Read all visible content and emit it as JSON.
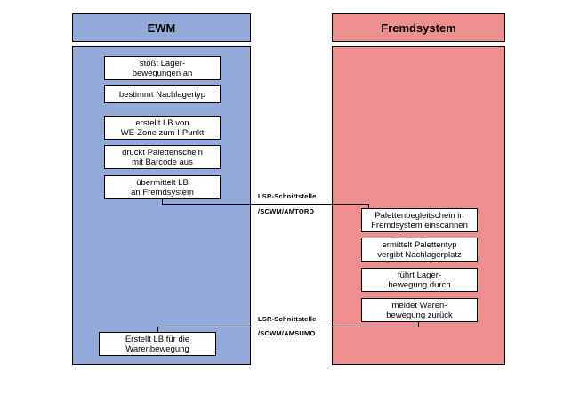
{
  "headers": {
    "left": "EWM",
    "right": "Fremdsystem"
  },
  "left_steps": [
    "stößt Lager-\nbewegungen an",
    "bestimmt Nachlagertyp",
    "erstellt LB von\nWE-Zone zum I-Punkt",
    "druckt Palettenschein\nmit Barcode aus",
    "übermittelt LB\nan Fremdsystem"
  ],
  "left_final": "Erstellt LB für die\nWarenbewegung",
  "right_steps": [
    "Palettenbegleitschein in\nFremdsystem einscannen",
    "ermittelt Palettentyp\nvergibt Nachlagerplatz",
    "führt Lager-\nbewegung durch",
    "meldet Waren-\nbewegung zurück"
  ],
  "interfaces": {
    "top_label": "LSR-Schnittstelle",
    "top_code": "/SCWM/AMTORD",
    "bottom_label": "LSR-Schnittstelle",
    "bottom_code": "/SCWM/AMSUMO"
  },
  "colors": {
    "ewm_fill": "#93aadb",
    "fremd_fill": "#ef9090"
  }
}
